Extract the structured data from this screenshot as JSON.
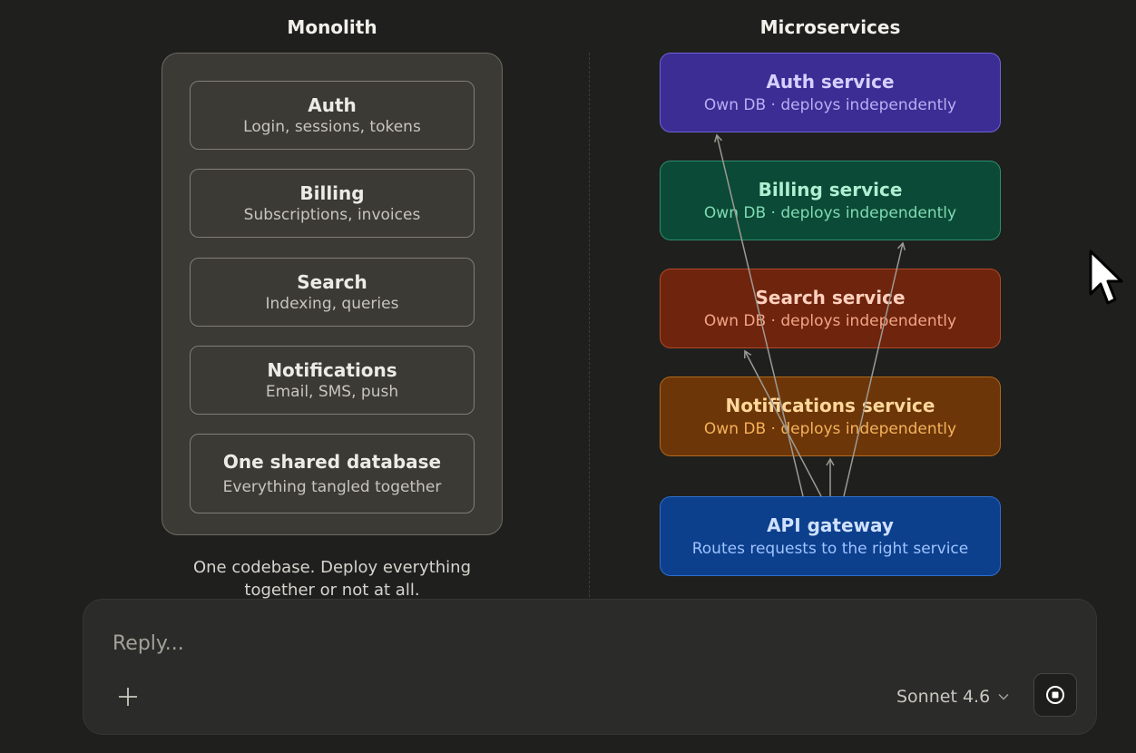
{
  "monolith": {
    "title": "Monolith",
    "modules": [
      {
        "title": "Auth",
        "subtitle": "Login, sessions, tokens"
      },
      {
        "title": "Billing",
        "subtitle": "Subscriptions, invoices"
      },
      {
        "title": "Search",
        "subtitle": "Indexing, queries"
      },
      {
        "title": "Notifications",
        "subtitle": "Email, SMS, push"
      },
      {
        "title": "One shared database",
        "subtitle": "Everything tangled together"
      }
    ],
    "caption_line1": "One codebase. Deploy everything",
    "caption_line2": "together or not at all."
  },
  "microservices": {
    "title": "Microservices",
    "services": [
      {
        "title": "Auth service",
        "subtitle": "Own DB · deploys independently",
        "color": "#3b2d94"
      },
      {
        "title": "Billing service",
        "subtitle": "Own DB · deploys independently",
        "color": "#0b4a36"
      },
      {
        "title": "Search service",
        "subtitle": "Own DB · deploys independently",
        "color": "#6f240d"
      },
      {
        "title": "Notifications service",
        "subtitle": "Own DB · deploys independently",
        "color": "#6d3608"
      }
    ],
    "gateway": {
      "title": "API gateway",
      "subtitle": "Routes requests to the right service",
      "color": "#0c3f8c"
    }
  },
  "composer": {
    "placeholder": "Reply...",
    "model": "Sonnet 4.6",
    "add_icon": "plus-icon",
    "stop_icon": "stop-icon"
  }
}
